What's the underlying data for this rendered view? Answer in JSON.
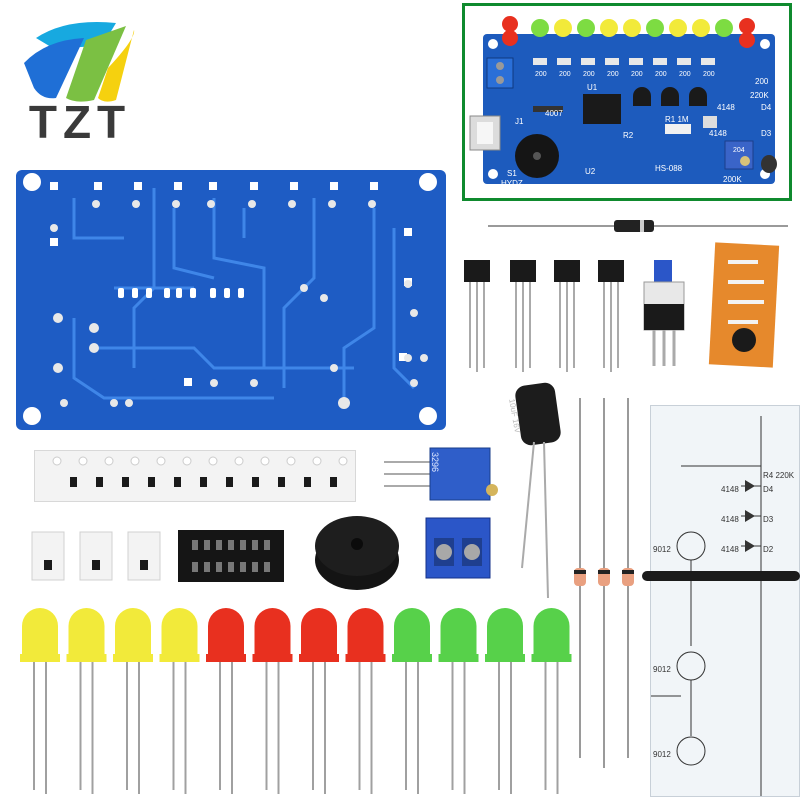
{
  "brand": {
    "name": "TZT",
    "logo_colors": {
      "blue": "#1f6fd6",
      "cyan": "#17a9e0",
      "green": "#7bc043",
      "yellow": "#f5d10f",
      "text": "#3a3a3a"
    }
  },
  "assembled_board": {
    "colors": {
      "pcb": "#1d5bbd",
      "frame": "#0f8a2e"
    },
    "silkscreen": {
      "u1": "U1",
      "u2": "U2",
      "j1": "J1",
      "s1": "S1",
      "model": "HS-088",
      "res_1m": "R1 1M",
      "r2": "R2",
      "diode_4007": "4007",
      "diode_4148_a": "4148",
      "diode_4148_b": "4148",
      "d4": "D4",
      "d3": "D3",
      "r4_220k": "220K",
      "res_200k": "200K",
      "r16_200": "200",
      "hydz": "HYDZ",
      "pot_code": "204"
    }
  },
  "resistor_values": [
    "200",
    "200",
    "200",
    "200",
    "200",
    "200",
    "200",
    "200"
  ],
  "led_colors": {
    "yellow": "#f2ea3a",
    "red": "#e8301f",
    "green": "#57d14a"
  },
  "loose_led_order": [
    "yellow",
    "yellow",
    "yellow",
    "yellow",
    "red",
    "red",
    "red",
    "red",
    "green",
    "green",
    "green",
    "green"
  ],
  "pot_label": "3296",
  "capacitor_label": "10uF 16V",
  "schematic_labels": {
    "d4": "D4",
    "d3": "D3",
    "d2": "D2",
    "r4_220k": "R4 220K",
    "d4148_a": "4148",
    "d4148_b": "4148",
    "d4148_c": "4148",
    "q10": "9012",
    "q11": "9012",
    "q12": "9012"
  }
}
